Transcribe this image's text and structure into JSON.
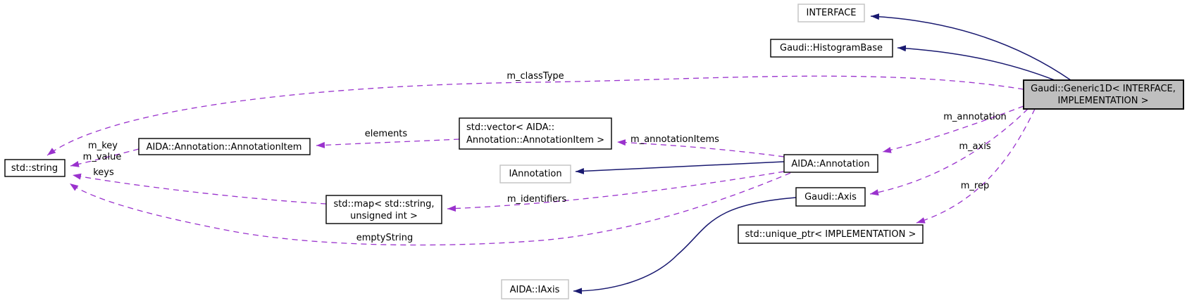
{
  "diagram_type": "doxygen-collaboration-graph",
  "nodes": {
    "interface": {
      "label": "INTERFACE",
      "style": "external"
    },
    "histogram_base": {
      "label": "Gaudi::HistogramBase",
      "style": "normal"
    },
    "generic1d": {
      "line1": "Gaudi::Generic1D< INTERFACE,",
      "line2": "IMPLEMENTATION >",
      "style": "current"
    },
    "std_string": {
      "label": "std::string",
      "style": "normal"
    },
    "annotation_item": {
      "label": "AIDA::Annotation::AnnotationItem",
      "style": "normal"
    },
    "std_vector": {
      "line1": "std::vector< AIDA::",
      "line2": "Annotation::AnnotationItem >",
      "style": "normal"
    },
    "iannotation": {
      "label": "IAnnotation",
      "style": "external"
    },
    "aida_annotation": {
      "label": "AIDA::Annotation",
      "style": "normal"
    },
    "std_map": {
      "line1": "std::map< std::string,",
      "line2": "unsigned int >",
      "style": "normal"
    },
    "gaudi_axis": {
      "label": "Gaudi::Axis",
      "style": "normal"
    },
    "unique_ptr": {
      "label": "std::unique_ptr< IMPLEMENTATION >",
      "style": "normal"
    },
    "aida_iaxis": {
      "label": "AIDA::IAxis",
      "style": "external"
    }
  },
  "edge_labels": {
    "m_classType": "m_classType",
    "m_annotation": "m_annotation",
    "m_axis": "m_axis",
    "m_rep": "m_rep",
    "m_annotationItems": "m_annotationItems",
    "elements": "elements",
    "m_key": "m_key",
    "m_value": "m_value",
    "keys": "keys",
    "m_identifiers": "m_identifiers",
    "emptyString": "emptyString"
  },
  "colors": {
    "inheritance_edge": "#191970",
    "usage_edge": "#9a32cd",
    "node_border": "#000000",
    "external_node_border": "#c2c2c2",
    "current_node_fill": "#bfbfbf",
    "node_fill": "#ffffff",
    "background": "#ffffff"
  }
}
